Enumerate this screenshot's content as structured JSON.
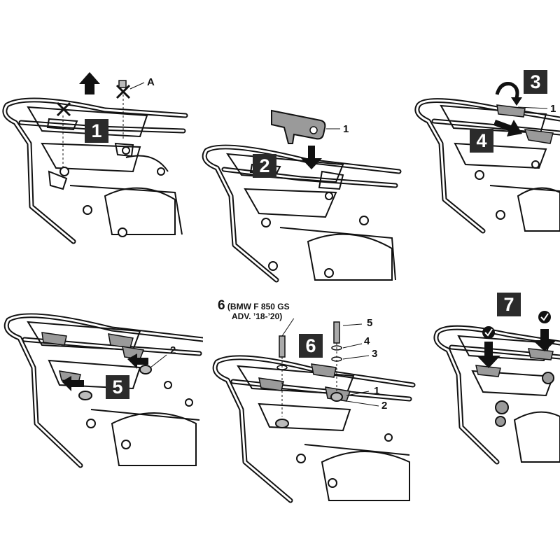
{
  "steps": [
    {
      "number": "1",
      "labels": [
        "A"
      ]
    },
    {
      "number": "2",
      "labels": [
        "1"
      ]
    },
    {
      "number": "3",
      "labels": [
        "1"
      ]
    },
    {
      "number": "4",
      "labels": []
    },
    {
      "number": "5",
      "labels": [
        "2"
      ]
    },
    {
      "number": "6",
      "labels": [
        "5",
        "4",
        "3",
        "1",
        "2"
      ]
    },
    {
      "number": "7",
      "labels": []
    }
  ],
  "step6_note": {
    "number": "6",
    "line1": "(BMW F 850 GS",
    "line2": "ADV. ’18-’20)"
  },
  "colors": {
    "badge": "#2b2b2b",
    "line": "#111111",
    "part": "#8a8a8a"
  },
  "icons": [
    "up-arrow-icon",
    "down-arrow-icon",
    "x-mark-icon",
    "check-icon",
    "rotate-arrow-icon"
  ]
}
